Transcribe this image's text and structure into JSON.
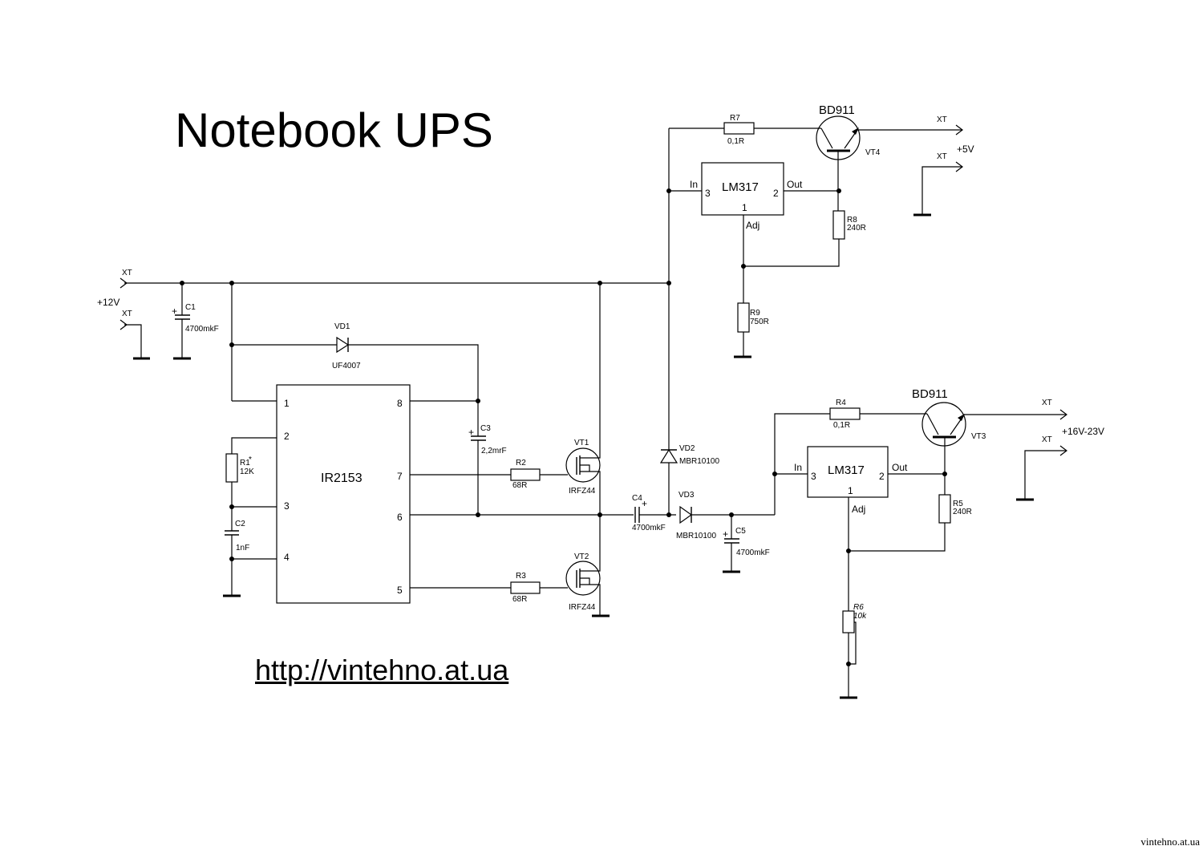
{
  "title": "Notebook UPS",
  "url": "http://vintehno.at.ua",
  "watermark": "vintehno.at.ua",
  "connectors": {
    "xt": "XT",
    "in_voltage": "+12V",
    "out5_voltage": "+5V",
    "out_hv_voltage": "+16V-23V"
  },
  "ic": {
    "name": "IR2153",
    "pins": [
      "1",
      "2",
      "3",
      "4",
      "8",
      "7",
      "6",
      "5"
    ]
  },
  "regulators": {
    "in_label": "In",
    "out_label": "Out",
    "adj_label": "Adj",
    "u1": {
      "name": "LM317",
      "pin_in": "3",
      "pin_out": "2",
      "pin_adj": "1"
    },
    "u2": {
      "name": "LM317",
      "pin_in": "3",
      "pin_out": "2",
      "pin_adj": "1"
    }
  },
  "components": {
    "c1": {
      "ref": "C1",
      "value": "4700mkF"
    },
    "vd1": {
      "ref": "VD1",
      "value": "UF4007"
    },
    "r1": {
      "ref": "R1",
      "mark": "*",
      "value": "12K"
    },
    "c2": {
      "ref": "C2",
      "value": "1nF"
    },
    "c3": {
      "ref": "C3",
      "value": "2,2mrF"
    },
    "r2": {
      "ref": "R2",
      "value": "68R"
    },
    "r3": {
      "ref": "R3",
      "value": "68R"
    },
    "vt1": {
      "ref": "VT1",
      "value": "IRFZ44"
    },
    "vt2": {
      "ref": "VT2",
      "value": "IRFZ44"
    },
    "c4": {
      "ref": "C4",
      "value": "4700mkF"
    },
    "vd2": {
      "ref": "VD2",
      "value": "MBR10100"
    },
    "vd3": {
      "ref": "VD3",
      "value": "MBR10100"
    },
    "c5": {
      "ref": "C5",
      "value": "4700mkF"
    },
    "r7": {
      "ref": "R7",
      "value": "0,1R"
    },
    "r8": {
      "ref": "R8",
      "value": "240R"
    },
    "r9": {
      "ref": "R9",
      "value": "750R"
    },
    "vt4": {
      "ref": "VT4",
      "type": "BD911"
    },
    "r4": {
      "ref": "R4",
      "value": "0,1R"
    },
    "r5": {
      "ref": "R5",
      "value": "240R"
    },
    "r6": {
      "ref": "R6",
      "value": "10k"
    },
    "vt3": {
      "ref": "VT3",
      "type": "BD911"
    }
  },
  "polarity_mark": "+"
}
